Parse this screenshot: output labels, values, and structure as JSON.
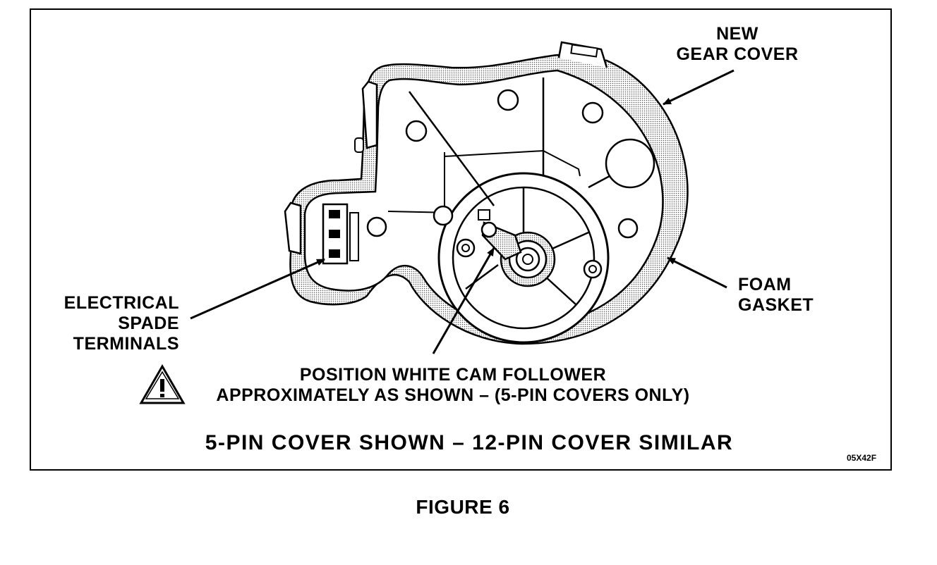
{
  "labels": {
    "new_gear_cover": [
      "NEW",
      "GEAR COVER"
    ],
    "foam_gasket": [
      "FOAM",
      "GASKET"
    ],
    "spade_terminals": [
      "ELECTRICAL",
      "SPADE",
      "TERMINALS"
    ],
    "cam_note": [
      "POSITION WHITE CAM FOLLOWER",
      "APPROXIMATELY AS SHOWN – (5-PIN COVERS ONLY)"
    ]
  },
  "caption": "5-PIN COVER SHOWN – 12-PIN COVER SIMILAR",
  "figure_code": "05X42F",
  "figure_title": "FIGURE 6",
  "icons": {
    "warning": "warning-triangle-icon"
  }
}
